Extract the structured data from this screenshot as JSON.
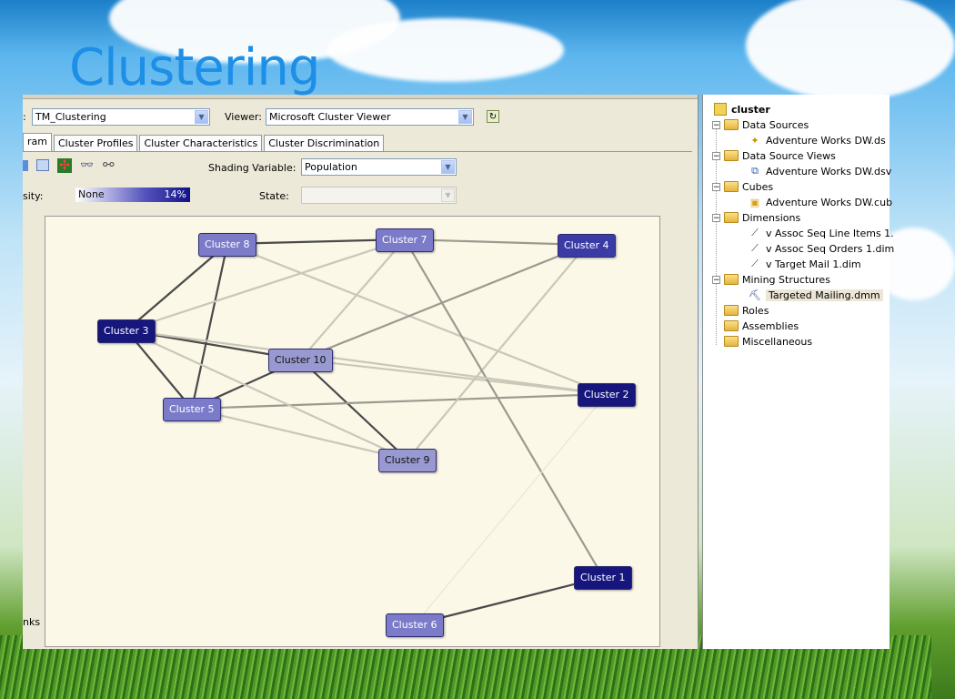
{
  "slide": {
    "title": "Clustering"
  },
  "toolbar": {
    "model_label": ":",
    "model_value": "TM_Clustering",
    "viewer_label": "Viewer:",
    "viewer_value": "Microsoft Cluster Viewer"
  },
  "tabs": [
    "ram",
    "Cluster Profiles",
    "Cluster Characteristics",
    "Cluster Discrimination"
  ],
  "controls": {
    "shading_label": "Shading Variable:",
    "shading_value": "Population",
    "density_label": "sity:",
    "density_min": "None",
    "density_max": "14%",
    "state_label": "State:",
    "state_value": "",
    "links_label": "nks"
  },
  "diagram": {
    "nodes": [
      {
        "id": "8",
        "label": "Cluster 8",
        "shade": "light"
      },
      {
        "id": "7",
        "label": "Cluster 7",
        "shade": "light"
      },
      {
        "id": "4",
        "label": "Cluster 4",
        "shade": "mid"
      },
      {
        "id": "3",
        "label": "Cluster 3",
        "shade": "dark"
      },
      {
        "id": "10",
        "label": "Cluster 10",
        "shade": "pale"
      },
      {
        "id": "2",
        "label": "Cluster 2",
        "shade": "dark"
      },
      {
        "id": "5",
        "label": "Cluster 5",
        "shade": "light"
      },
      {
        "id": "9",
        "label": "Cluster 9",
        "shade": "pale"
      },
      {
        "id": "1",
        "label": "Cluster 1",
        "shade": "dark"
      },
      {
        "id": "6",
        "label": "Cluster 6",
        "shade": "light"
      }
    ],
    "links": [
      {
        "from": "8",
        "to": "7",
        "strength": "strong"
      },
      {
        "from": "7",
        "to": "4",
        "strength": "medium"
      },
      {
        "from": "8",
        "to": "3",
        "strength": "strong"
      },
      {
        "from": "8",
        "to": "5",
        "strength": "strong"
      },
      {
        "from": "3",
        "to": "10",
        "strength": "strong"
      },
      {
        "from": "3",
        "to": "5",
        "strength": "strong"
      },
      {
        "from": "10",
        "to": "5",
        "strength": "strong"
      },
      {
        "from": "10",
        "to": "9",
        "strength": "strong"
      },
      {
        "from": "1",
        "to": "6",
        "strength": "strong"
      },
      {
        "from": "8",
        "to": "2",
        "strength": "weak"
      },
      {
        "from": "3",
        "to": "7",
        "strength": "weak"
      },
      {
        "from": "10",
        "to": "7",
        "strength": "weak"
      },
      {
        "from": "10",
        "to": "4",
        "strength": "medium"
      },
      {
        "from": "10",
        "to": "2",
        "strength": "weak"
      },
      {
        "from": "5",
        "to": "2",
        "strength": "medium"
      },
      {
        "from": "5",
        "to": "9",
        "strength": "weak"
      },
      {
        "from": "3",
        "to": "9",
        "strength": "weak"
      },
      {
        "from": "9",
        "to": "4",
        "strength": "weak"
      },
      {
        "from": "7",
        "to": "1",
        "strength": "medium"
      },
      {
        "from": "6",
        "to": "2",
        "strength": "faint"
      },
      {
        "from": "3",
        "to": "2",
        "strength": "weak"
      }
    ]
  },
  "tree": {
    "root": "cluster",
    "items": [
      {
        "label": "Data Sources",
        "type": "folder",
        "expanded": true,
        "level": 1
      },
      {
        "label": "Adventure Works DW.ds",
        "type": "datasource",
        "level": 2
      },
      {
        "label": "Data Source Views",
        "type": "folder",
        "expanded": true,
        "level": 1
      },
      {
        "label": "Adventure Works DW.dsv",
        "type": "dsv",
        "level": 2
      },
      {
        "label": "Cubes",
        "type": "folder",
        "expanded": true,
        "level": 1
      },
      {
        "label": "Adventure Works DW.cub",
        "type": "cube",
        "level": 2
      },
      {
        "label": "Dimensions",
        "type": "folder",
        "expanded": true,
        "level": 1
      },
      {
        "label": "v Assoc Seq Line Items 1.",
        "type": "dim",
        "level": 2
      },
      {
        "label": "v Assoc Seq Orders 1.dim",
        "type": "dim",
        "level": 2
      },
      {
        "label": "v Target Mail 1.dim",
        "type": "dim",
        "level": 2
      },
      {
        "label": "Mining Structures",
        "type": "folder",
        "expanded": true,
        "level": 1
      },
      {
        "label": "Targeted Mailing.dmm",
        "type": "mining",
        "level": 2,
        "selected": true
      },
      {
        "label": "Roles",
        "type": "folder",
        "level": 1
      },
      {
        "label": "Assemblies",
        "type": "folder",
        "level": 1
      },
      {
        "label": "Miscellaneous",
        "type": "folder",
        "level": 1
      }
    ]
  },
  "colors": {
    "title": "#1e8fe6",
    "node_dark": "#16167c",
    "canvas": "#fbf8e8"
  }
}
